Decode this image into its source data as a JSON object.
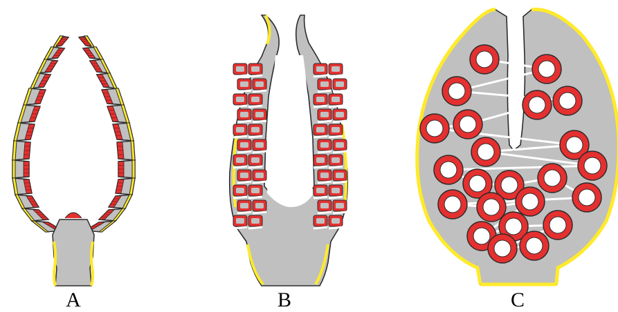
{
  "panels": [
    {
      "id": "A",
      "label": "A"
    },
    {
      "id": "B",
      "label": "B"
    },
    {
      "id": "C",
      "label": "C"
    }
  ],
  "colors": {
    "tissue": "#c0c0c0",
    "outline": "#2b2b2b",
    "outer_layer": "#ffea2a",
    "cell_content": "#e53030",
    "background": "#ffffff"
  }
}
